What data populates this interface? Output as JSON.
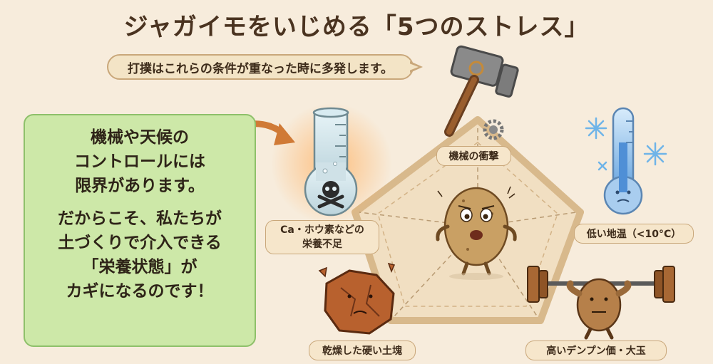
{
  "title": "ジャガイモをいじめる「5つのストレス」",
  "callout": "打撲はこれらの条件が重なった時に多発します。",
  "green_box": {
    "lines_a": [
      "機械や天候の",
      "コントロールには",
      "限界があります。"
    ],
    "lines_b": [
      "だからこそ、私たちが",
      "土づくりで介入できる",
      "「栄養状態」が",
      "カギになるのです！"
    ]
  },
  "stresses": {
    "machine": "機械の衝撃",
    "low_temp": "低い地温（<10°C）",
    "ca_line1": "Ca・ホウ素などの",
    "ca_line2": "栄養不足",
    "clod": "乾燥した硬い土塊",
    "weight": "高いデンプン価・大玉"
  },
  "icons": {
    "hammer": "hammer-icon",
    "gear": "gear-icon",
    "thermometer": "thermometer-icon",
    "snowflake": "snowflake-icon",
    "flask": "flask-icon",
    "skull": "skull-icon",
    "potato": "potato-icon",
    "clod": "clod-icon",
    "barbell": "barbell-icon",
    "arrow": "arrow-icon"
  },
  "colors": {
    "background": "#f7ecdc",
    "green_box": "#cde8a8",
    "label_bg": "#f6e6cb",
    "potato": "#c9a064",
    "accent_orange": "#e8a060"
  }
}
